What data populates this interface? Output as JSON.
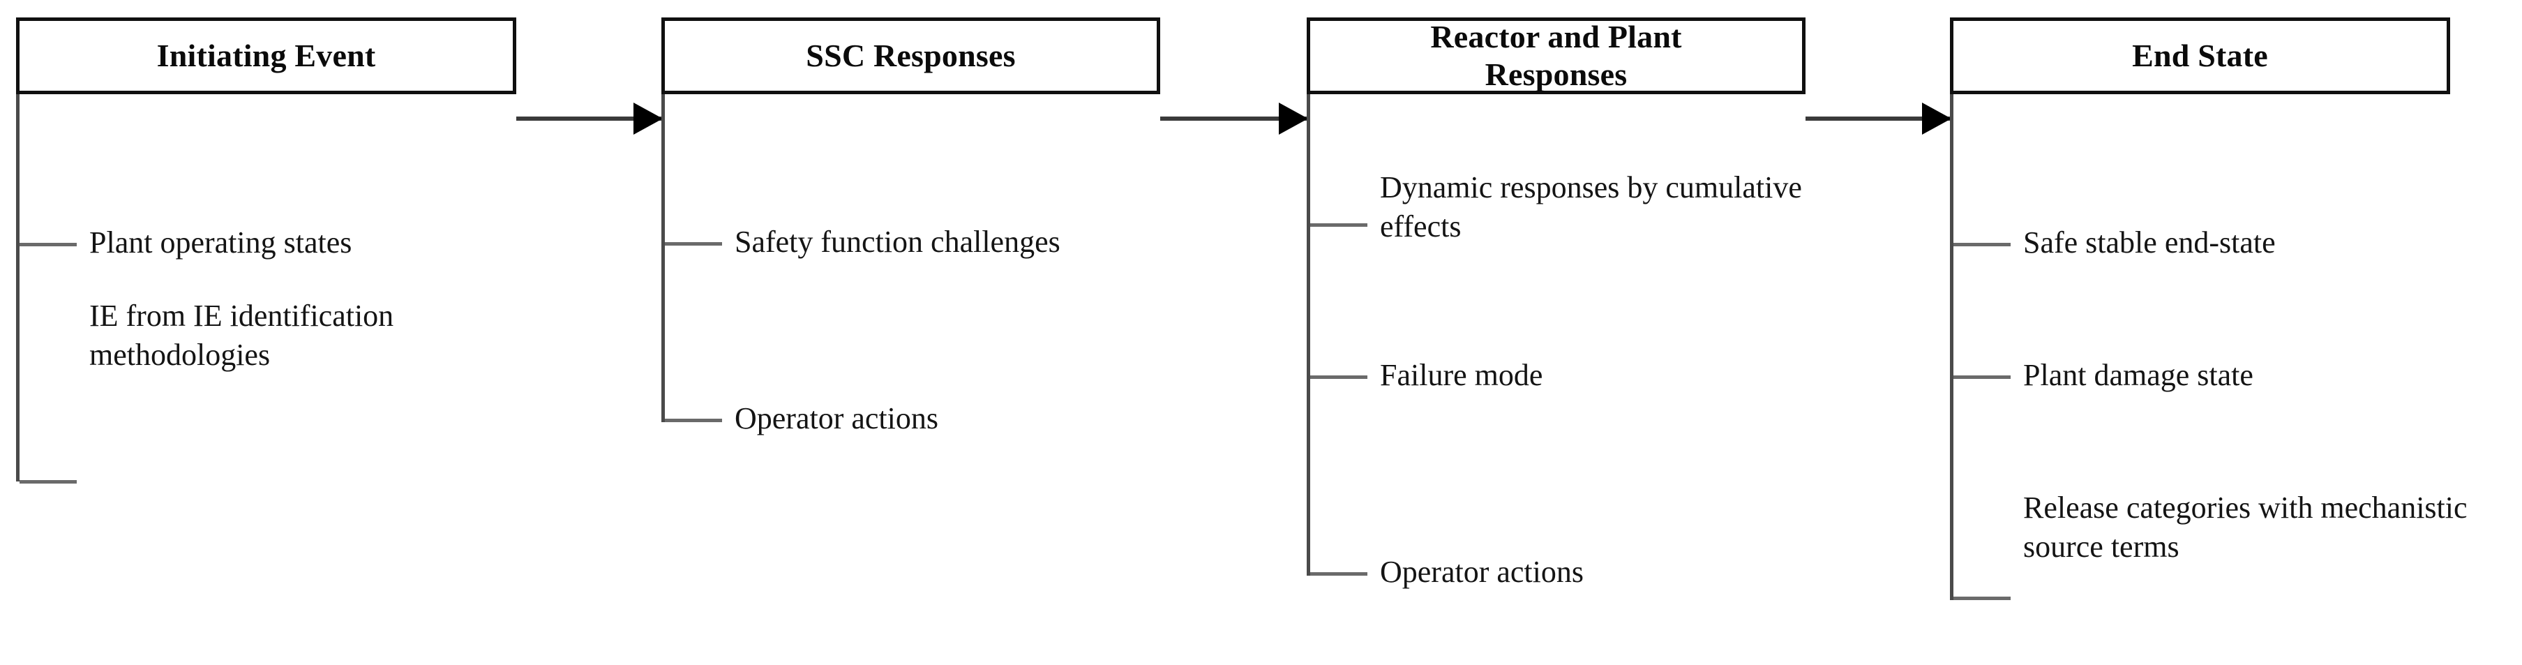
{
  "diagram": {
    "title": "Initiating Event to End State progression",
    "orientation": "left-to-right",
    "stage_count": 4,
    "colors": {
      "box_border": "#101010",
      "box_fill": "#ffffff",
      "arrow": "#000000",
      "bracket_line": "#6a6a6a",
      "text": "#141414",
      "background": "#ffffff"
    },
    "stages": [
      {
        "id": "initiating-event",
        "title": "Initiating Event",
        "title_lines": [
          "Initiating Event"
        ],
        "items": [
          {
            "text": "Plant operating states",
            "lines": [
              "Plant operating states"
            ]
          },
          {
            "text": "IE from IE identification methodologies",
            "lines": [
              "IE from IE identification",
              "methodologies"
            ]
          }
        ]
      },
      {
        "id": "ssc-responses",
        "title": "SSC Responses",
        "title_lines": [
          "SSC Responses"
        ],
        "items": [
          {
            "text": "Safety function challenges",
            "lines": [
              "Safety function challenges"
            ]
          },
          {
            "text": "Operator actions",
            "lines": [
              "Operator actions"
            ]
          }
        ]
      },
      {
        "id": "reactor-and-plant-responses",
        "title": "Reactor and Plant Responses",
        "title_lines": [
          "Reactor and Plant",
          "Responses"
        ],
        "items": [
          {
            "text": "Dynamic responses by cumulative effects",
            "lines": [
              "Dynamic responses by",
              "cumulative effects"
            ]
          },
          {
            "text": "Failure mode",
            "lines": [
              "Failure mode"
            ]
          },
          {
            "text": "Operator actions",
            "lines": [
              "Operator actions"
            ]
          }
        ]
      },
      {
        "id": "end-state",
        "title": "End State",
        "title_lines": [
          "End State"
        ],
        "items": [
          {
            "text": "Safe stable end-state",
            "lines": [
              "Safe stable end-state"
            ]
          },
          {
            "text": "Plant damage state",
            "lines": [
              "Plant damage state"
            ]
          },
          {
            "text": "Release categories with mechanistic source terms",
            "lines": [
              "Release categories with",
              "mechanistic source terms"
            ]
          }
        ]
      }
    ],
    "arrows": [
      {
        "from": "initiating-event",
        "to": "ssc-responses"
      },
      {
        "from": "ssc-responses",
        "to": "reactor-and-plant-responses"
      },
      {
        "from": "reactor-and-plant-responses",
        "to": "end-state"
      }
    ]
  }
}
